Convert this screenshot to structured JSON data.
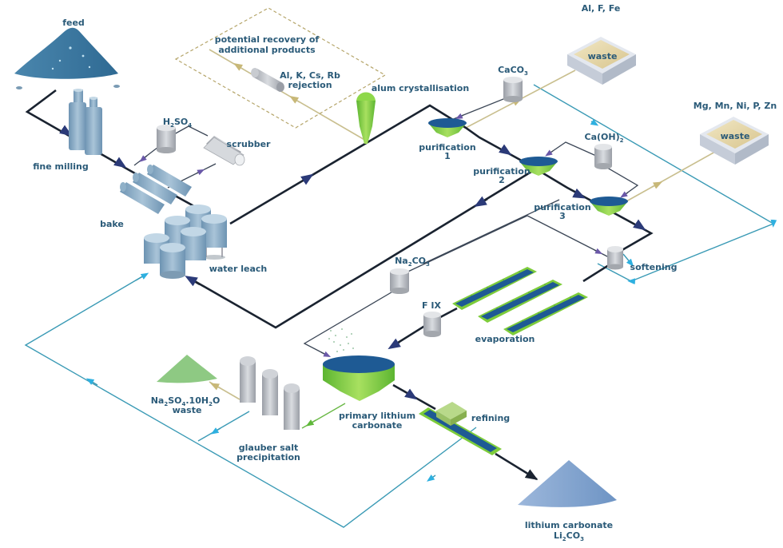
{
  "diagram": {
    "title": "Lithium carbonate production flowsheet",
    "colors": {
      "main_flow": "#1a2330",
      "reagent_flow": "#3b4656",
      "recycle_flow": "#3a9ab5",
      "waste_flow": "#c9bf8f",
      "product_flow": "#69b845",
      "label_text": "#2a5a78",
      "equipment_green": "#7dcc3a",
      "equipment_blue": "#1e5a94",
      "tank_steel": "#8fb0c8",
      "reagent_grey": "#b8bcc2"
    },
    "nodes": {
      "feed": {
        "label": "feed",
        "icon": "ore-pile-icon"
      },
      "fine_milling": {
        "label": "fine milling",
        "icon": "mill-icon"
      },
      "h2so4": {
        "label_main": "H",
        "label_sub1": "2",
        "label_mid": "SO",
        "label_sub2": "4",
        "icon": "reagent-tank-icon"
      },
      "scrubber": {
        "label": "scrubber",
        "icon": "scrubber-icon"
      },
      "bake": {
        "label": "bake",
        "icon": "kiln-icon"
      },
      "water_leach": {
        "label": "water leach",
        "icon": "leach-tanks-icon"
      },
      "recovery_box": {
        "line1": "potential recovery of",
        "line2": "additional products"
      },
      "rejection": {
        "line1": "Al, K, Cs, Rb",
        "line2": "rejection",
        "icon": "vessel-icon"
      },
      "alum": {
        "label": "alum crystallisation",
        "icon": "crystalliser-icon"
      },
      "caco3": {
        "label_main": "CaCO",
        "label_sub": "3",
        "icon": "reagent-tank-icon"
      },
      "waste1": {
        "header": "Al, F, Fe",
        "label": "waste",
        "icon": "waste-bin-icon"
      },
      "purification1": {
        "line1": "purification",
        "line2": "1",
        "icon": "thickener-icon"
      },
      "purification2": {
        "line1": "purification",
        "line2": "2",
        "icon": "thickener-icon"
      },
      "purification3": {
        "line1": "purification",
        "line2": "3",
        "icon": "thickener-icon"
      },
      "caoh2": {
        "label_main": "Ca(OH)",
        "label_sub": "2",
        "icon": "reagent-tank-icon"
      },
      "waste2": {
        "header": "Mg, Mn, Ni, P, Zn",
        "label": "waste",
        "icon": "waste-bin-icon"
      },
      "softening": {
        "label": "softening",
        "icon": "ion-exchange-icon"
      },
      "na2co3": {
        "label_a": "Na",
        "label_sub1": "2",
        "label_b": "CO",
        "label_sub2": "3",
        "icon": "reagent-tank-icon"
      },
      "fix": {
        "label": "F IX",
        "icon": "ion-exchange-icon"
      },
      "evaporation": {
        "label": "evaporation",
        "icon": "evaporation-ponds-icon"
      },
      "primary_li2co3": {
        "line1": "primary lithium",
        "line2": "carbonate",
        "icon": "precipitator-icon"
      },
      "glauber": {
        "line1": "glauber salt",
        "line2": "precipitation",
        "icon": "crystalliser-columns-icon"
      },
      "na2so4_waste": {
        "a": "Na",
        "s1": "2",
        "b": "SO",
        "s2": "4",
        "c": ".10H",
        "s3": "2",
        "d": "O",
        "line2": "waste",
        "icon": "waste-pile-icon"
      },
      "refining": {
        "label": "refining",
        "icon": "refining-unit-icon"
      },
      "product": {
        "line1": "lithium carbonate",
        "a": "Li",
        "s1": "2",
        "b": "CO",
        "s2": "3",
        "icon": "product-pile-icon"
      }
    }
  }
}
